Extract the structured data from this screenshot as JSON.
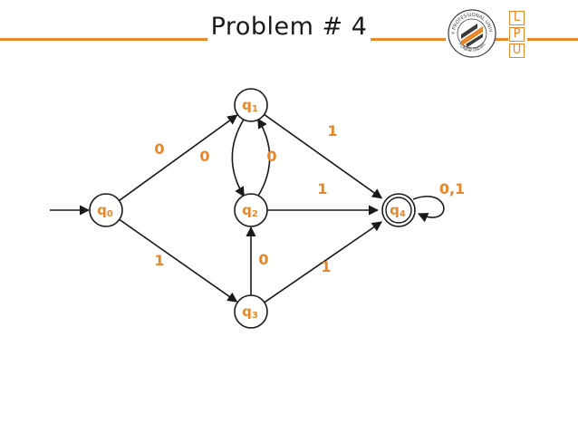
{
  "slide": {
    "title": "Problem # 4"
  },
  "logo": {
    "ring_text_top": "LOVELY PROFESSIONAL UNIVERSITY",
    "ring_text_bottom": "PUNJAB (INDIA)",
    "letters": [
      "L",
      "P",
      "U"
    ]
  },
  "colors": {
    "accent": "#E8862A",
    "ink": "#1a1a1a",
    "logo_dark": "#3a3a3a"
  },
  "automaton": {
    "states": [
      {
        "id": "q0",
        "base": "q",
        "sub": "0",
        "start": true,
        "accepting": false
      },
      {
        "id": "q1",
        "base": "q",
        "sub": "1",
        "start": false,
        "accepting": false
      },
      {
        "id": "q2",
        "base": "q",
        "sub": "2",
        "start": false,
        "accepting": false
      },
      {
        "id": "q3",
        "base": "q",
        "sub": "3",
        "start": false,
        "accepting": false
      },
      {
        "id": "q4",
        "base": "q",
        "sub": "4",
        "start": false,
        "accepting": true
      }
    ],
    "transitions": [
      {
        "from": "q0",
        "to": "q1",
        "label": "0"
      },
      {
        "from": "q0",
        "to": "q3",
        "label": "1"
      },
      {
        "from": "q1",
        "to": "q2",
        "label": "0"
      },
      {
        "from": "q2",
        "to": "q1",
        "label": "0"
      },
      {
        "from": "q1",
        "to": "q4",
        "label": "1"
      },
      {
        "from": "q2",
        "to": "q4",
        "label": "1"
      },
      {
        "from": "q3",
        "to": "q2",
        "label": "0"
      },
      {
        "from": "q3",
        "to": "q4",
        "label": "1"
      },
      {
        "from": "q4",
        "to": "q4",
        "label": "0,1"
      }
    ]
  }
}
